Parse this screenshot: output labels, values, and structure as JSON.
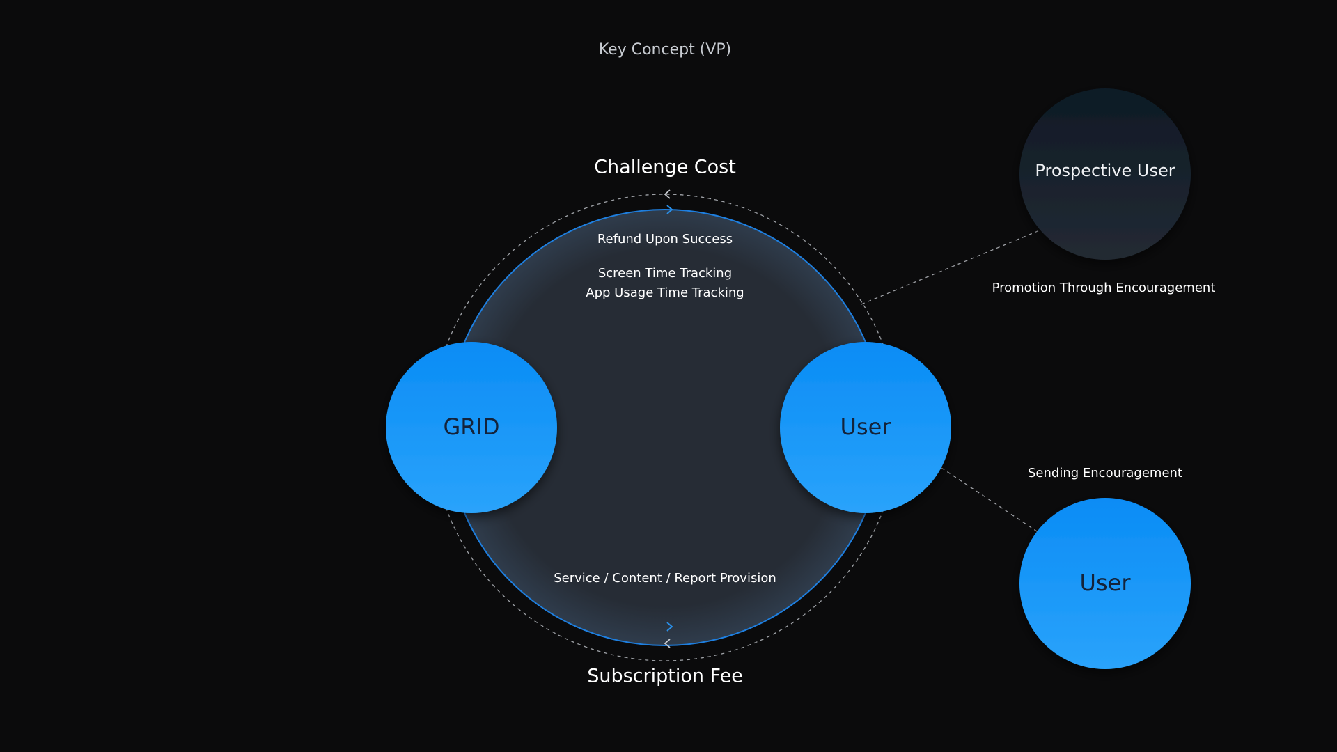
{
  "title": "Key Concept (VP)",
  "flows": {
    "top": "Challenge Cost",
    "bottom": "Subscription Fee"
  },
  "inner": {
    "refund": "Refund Upon Success",
    "tracking_line1": "Screen Time Tracking",
    "tracking_line2": "App Usage Time Tracking",
    "service": "Service / Content / Report Provision"
  },
  "nodes": {
    "grid": "GRID",
    "user_main": "User",
    "prospective_user": "Prospective User",
    "user_secondary": "User"
  },
  "relations": {
    "promotion": "Promotion Through Encouragement",
    "sending": "Sending Encouragement"
  },
  "colors": {
    "background": "#0b0b0c",
    "node_blue": "#0a8cf5",
    "ring_blue": "#1e7fe0",
    "dashed": "#b9bcc2",
    "prospect_node": "#1d2630"
  }
}
